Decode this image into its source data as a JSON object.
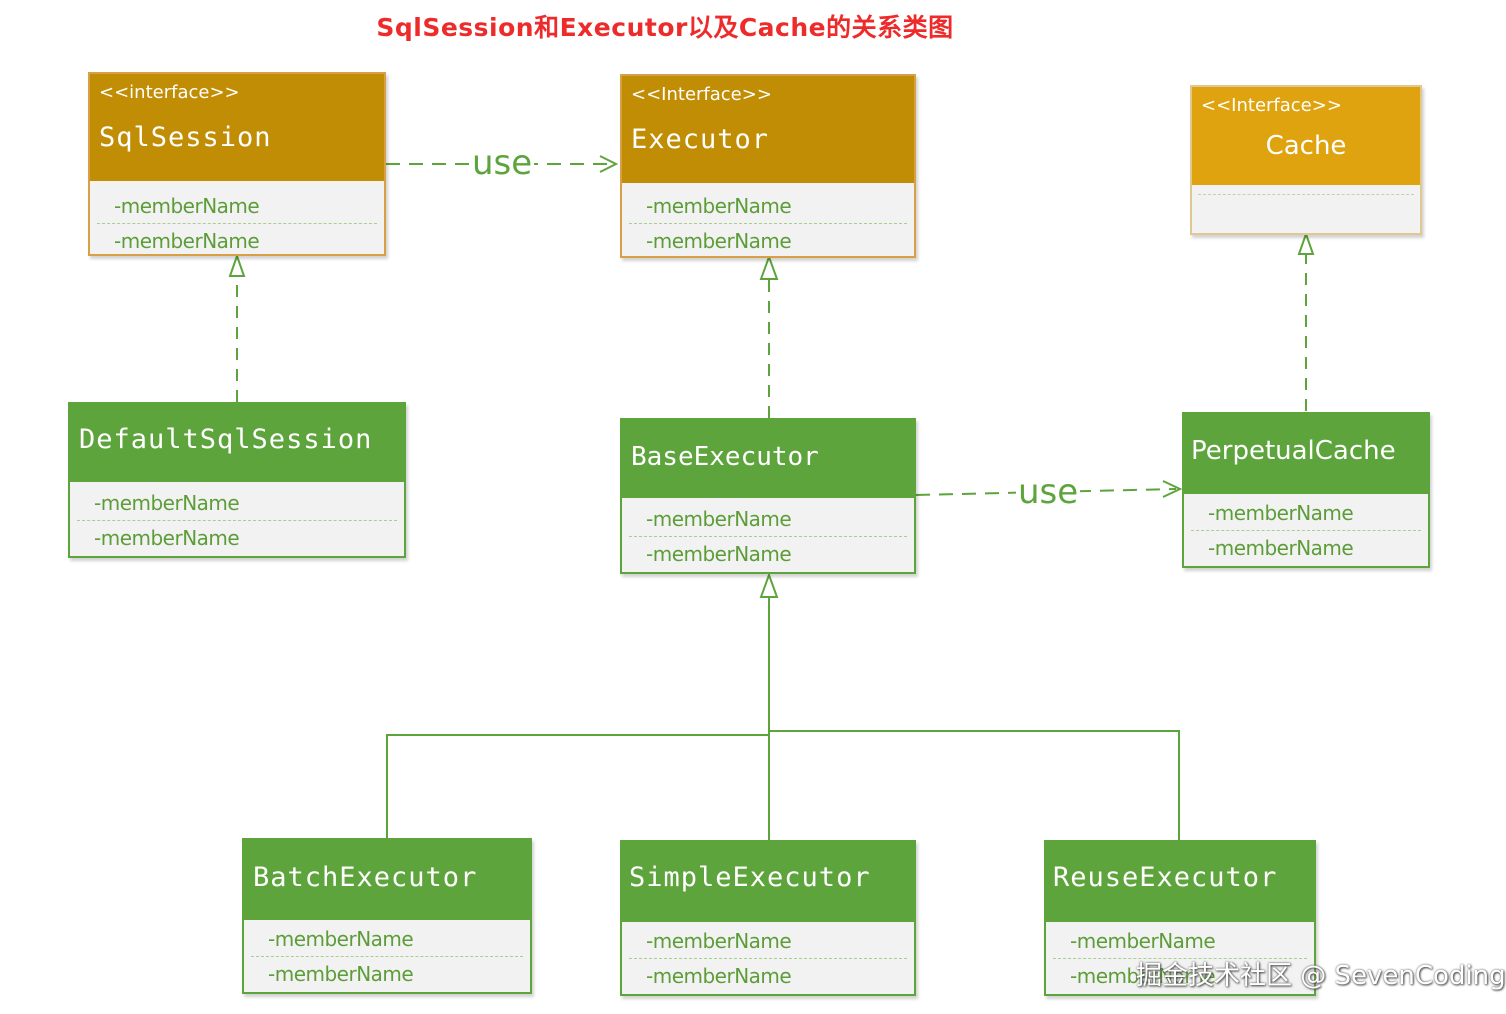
{
  "title": "SqlSession和Executor以及Cache的关系类图",
  "colors": {
    "title": "#ee2b2b",
    "green_header": "#5ea43c",
    "orange_header": "#c18d05",
    "cache_header": "#dfa30f",
    "connector": "#5ea43c"
  },
  "classes": {
    "sqlsession": {
      "stereotype": "<<interface>>",
      "name": "SqlSession",
      "members": [
        "-memberName",
        "-memberName"
      ]
    },
    "executor": {
      "stereotype": "<<Interface>>",
      "name": "Executor",
      "members": [
        "-memberName",
        "-memberName"
      ]
    },
    "cache": {
      "stereotype": "<<Interface>>",
      "name": "Cache",
      "members": []
    },
    "defaultsqlsession": {
      "name": "DefaultSqlSession",
      "members": [
        "-memberName",
        "-memberName"
      ]
    },
    "baseexecutor": {
      "name": "BaseExecutor",
      "members": [
        "-memberName",
        "-memberName"
      ]
    },
    "perpetualcache": {
      "name": "PerpetualCache",
      "members": [
        "-memberName",
        "-memberName"
      ]
    },
    "batchexecutor": {
      "name": "BatchExecutor",
      "members": [
        "-memberName",
        "-memberName"
      ]
    },
    "simpleexecutor": {
      "name": "SimpleExecutor",
      "members": [
        "-memberName",
        "-memberName"
      ]
    },
    "reuseexecutor": {
      "name": "ReuseExecutor",
      "members": [
        "-memberName",
        "-memberName"
      ]
    }
  },
  "relations": [
    {
      "from": "sqlsession",
      "to": "executor",
      "type": "dependency",
      "label": "use"
    },
    {
      "from": "baseexecutor",
      "to": "perpetualcache",
      "type": "dependency",
      "label": "use"
    },
    {
      "from": "defaultsqlsession",
      "to": "sqlsession",
      "type": "realization",
      "label": ""
    },
    {
      "from": "baseexecutor",
      "to": "executor",
      "type": "realization",
      "label": ""
    },
    {
      "from": "perpetualcache",
      "to": "cache",
      "type": "realization",
      "label": ""
    },
    {
      "from": "batchexecutor",
      "to": "baseexecutor",
      "type": "generalization",
      "label": ""
    },
    {
      "from": "simpleexecutor",
      "to": "baseexecutor",
      "type": "generalization",
      "label": ""
    },
    {
      "from": "reuseexecutor",
      "to": "baseexecutor",
      "type": "generalization",
      "label": ""
    }
  ],
  "watermark": "掘金技术社区 @ SevenCoding"
}
